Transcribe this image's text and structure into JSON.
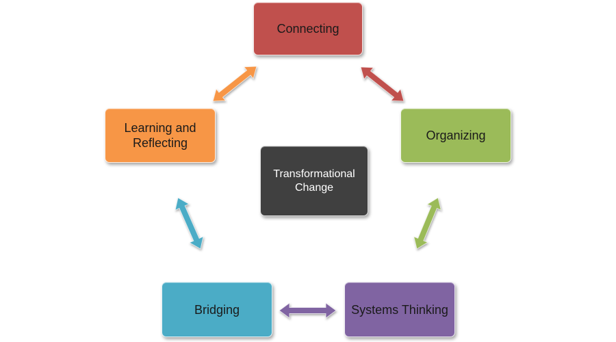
{
  "nodes": {
    "connecting": {
      "label": "Connecting",
      "color": "#c0504d"
    },
    "organizing": {
      "label": "Organizing",
      "color": "#9bbb59"
    },
    "learning": {
      "label": "Learning and\nReflecting",
      "color": "#f79646"
    },
    "bridging": {
      "label": "Bridging",
      "color": "#4bacc6"
    },
    "systems": {
      "label": "Systems Thinking",
      "color": "#8064a2"
    },
    "center": {
      "label": "Transformational\nChange",
      "color": "#404040"
    }
  },
  "arrows": [
    {
      "from": "connecting",
      "to": "organizing",
      "color": "#c0504d"
    },
    {
      "from": "organizing",
      "to": "systems",
      "color": "#9bbb59"
    },
    {
      "from": "systems",
      "to": "bridging",
      "color": "#8064a2"
    },
    {
      "from": "bridging",
      "to": "learning",
      "color": "#4bacc6"
    },
    {
      "from": "learning",
      "to": "connecting",
      "color": "#f79646"
    }
  ]
}
